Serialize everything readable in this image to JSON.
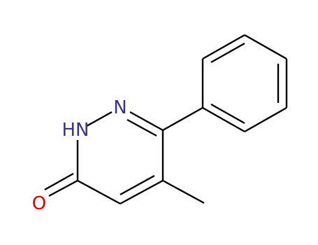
{
  "molecule": {
    "atoms": {
      "n_label": "N",
      "nh_label": "HN",
      "o_label": "O"
    }
  },
  "colors": {
    "bond": "#000000",
    "nitrogen": "#33339a",
    "oxygen": "#e00000",
    "background": "#ffffff"
  }
}
